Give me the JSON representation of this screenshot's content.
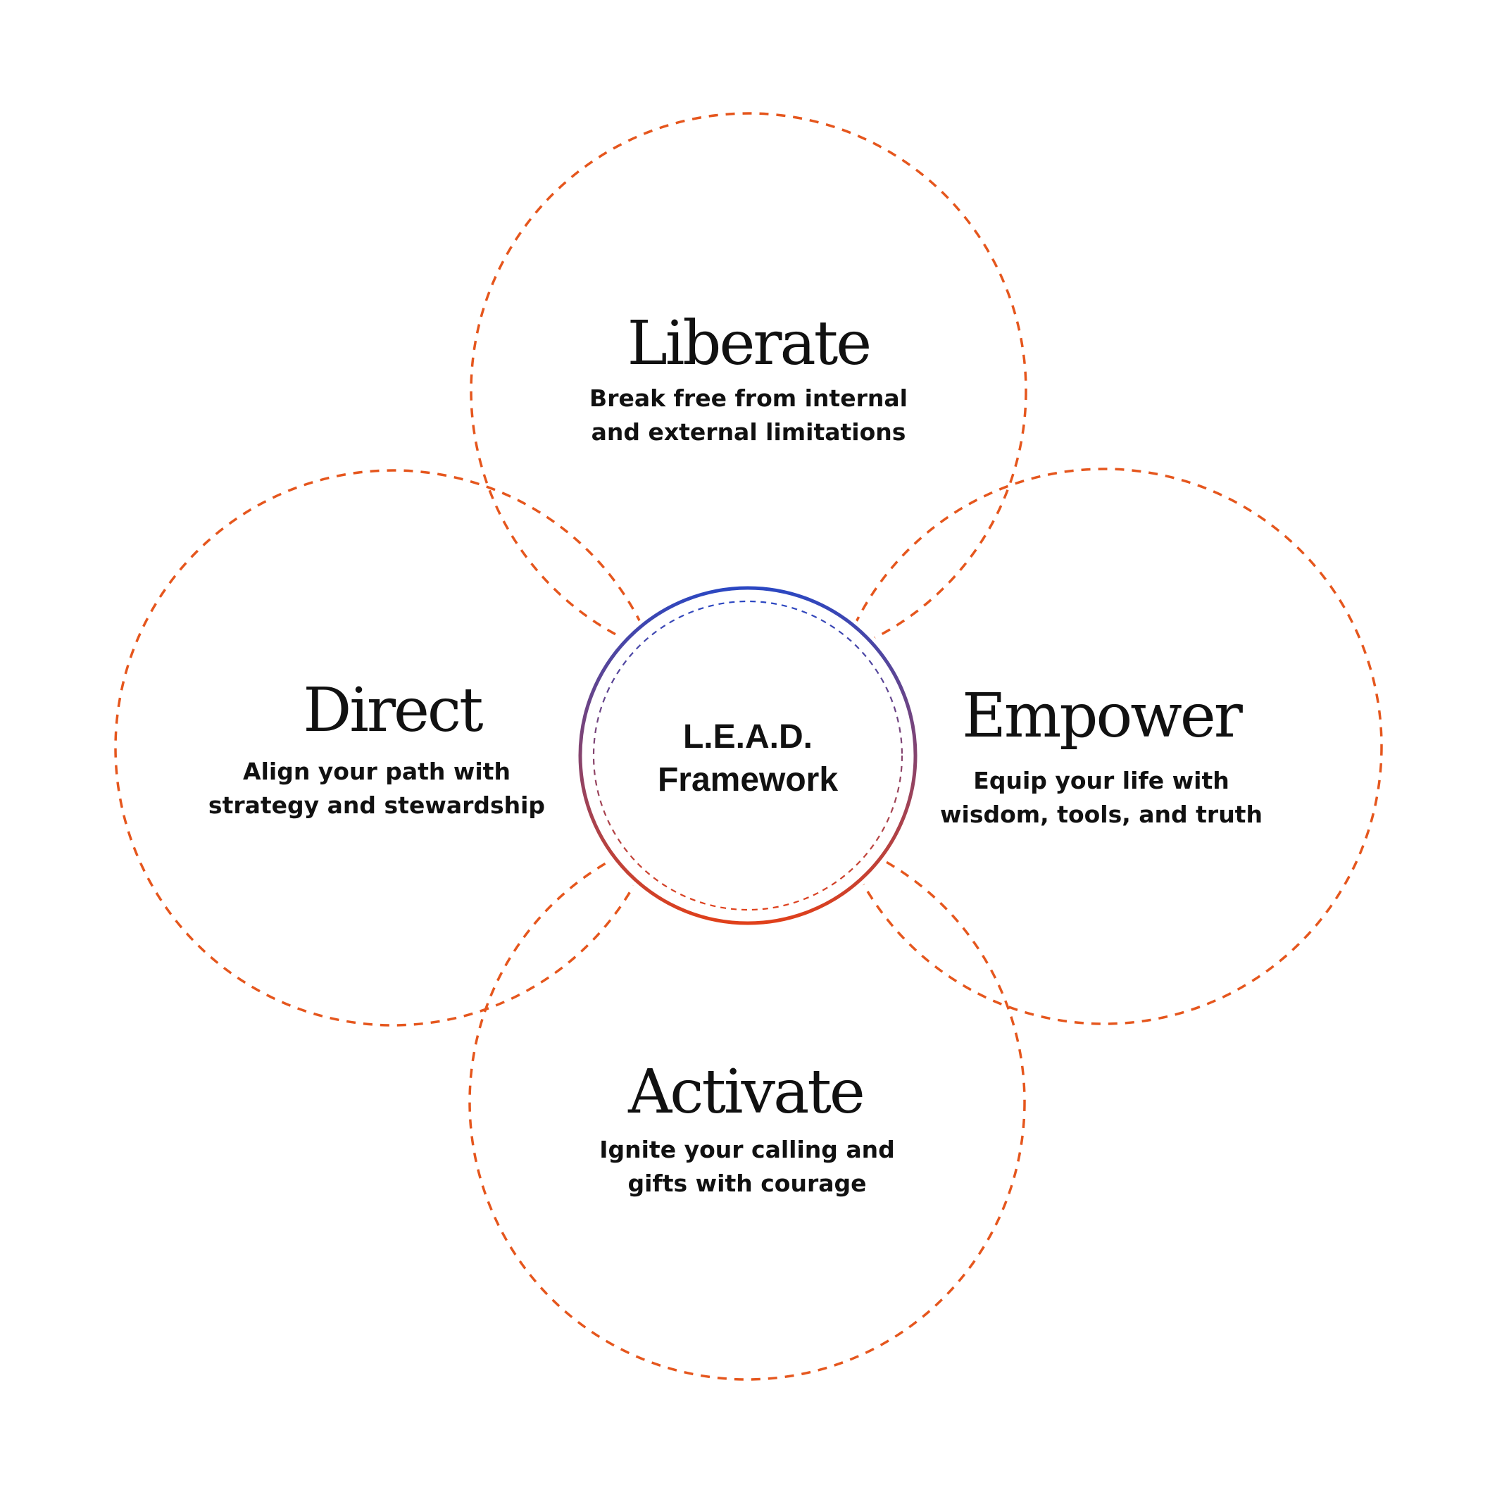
{
  "colors": {
    "petal_stroke": "#E5561D",
    "ring_top": "#2B47C2",
    "ring_bottom": "#E0401A",
    "inner_ring": "#3A3A8C",
    "text": "#111111",
    "background": "#FFFFFF"
  },
  "center": {
    "line1": "L.E.A.D.",
    "line2": "Framework"
  },
  "pillars": [
    {
      "key": "liberate",
      "title": "Liberate",
      "line1": "Break free from internal",
      "line2": "and external limitations"
    },
    {
      "key": "direct",
      "title": "Direct",
      "line1": "Align your path with",
      "line2": "strategy and stewardship"
    },
    {
      "key": "empower",
      "title": "Empower",
      "line1": "Equip your life with",
      "line2": "wisdom, tools, and truth"
    },
    {
      "key": "activate",
      "title": "Activate",
      "line1": "Ignite your calling and",
      "line2": "gifts with courage"
    }
  ]
}
